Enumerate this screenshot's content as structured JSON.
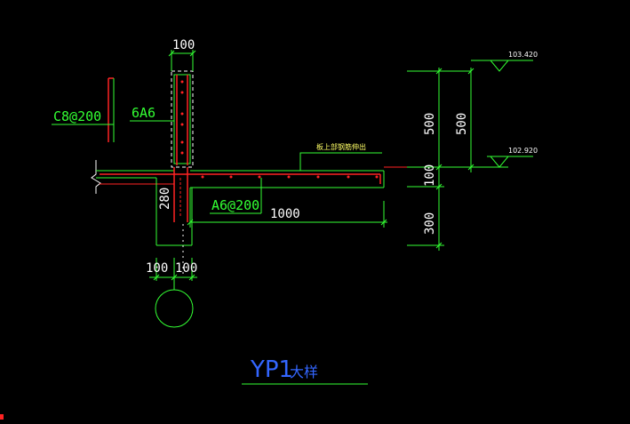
{
  "drawing": {
    "title_code": "YP1",
    "title_suffix": "大样",
    "dimensions": {
      "top_width": "100",
      "bottom_left": "100",
      "bottom_right": "100",
      "overhang": "1000",
      "beam_depth": "280",
      "right_upper_500": "500",
      "right_inner_500": "500",
      "right_100": "100",
      "right_300": "300"
    },
    "rebar": {
      "stirrup_left": "C8@200",
      "column_bars": "6A6",
      "slab_bars": "A6@200"
    },
    "elevations": {
      "top": "103.420",
      "bottom": "102.920"
    },
    "note": "板上部钢筋伸出"
  },
  "colors": {
    "background": "#000000",
    "outline": "#33ff33",
    "rebar": "#ff2222",
    "dimension_text": "#ffffff",
    "title": "#3366ff"
  }
}
